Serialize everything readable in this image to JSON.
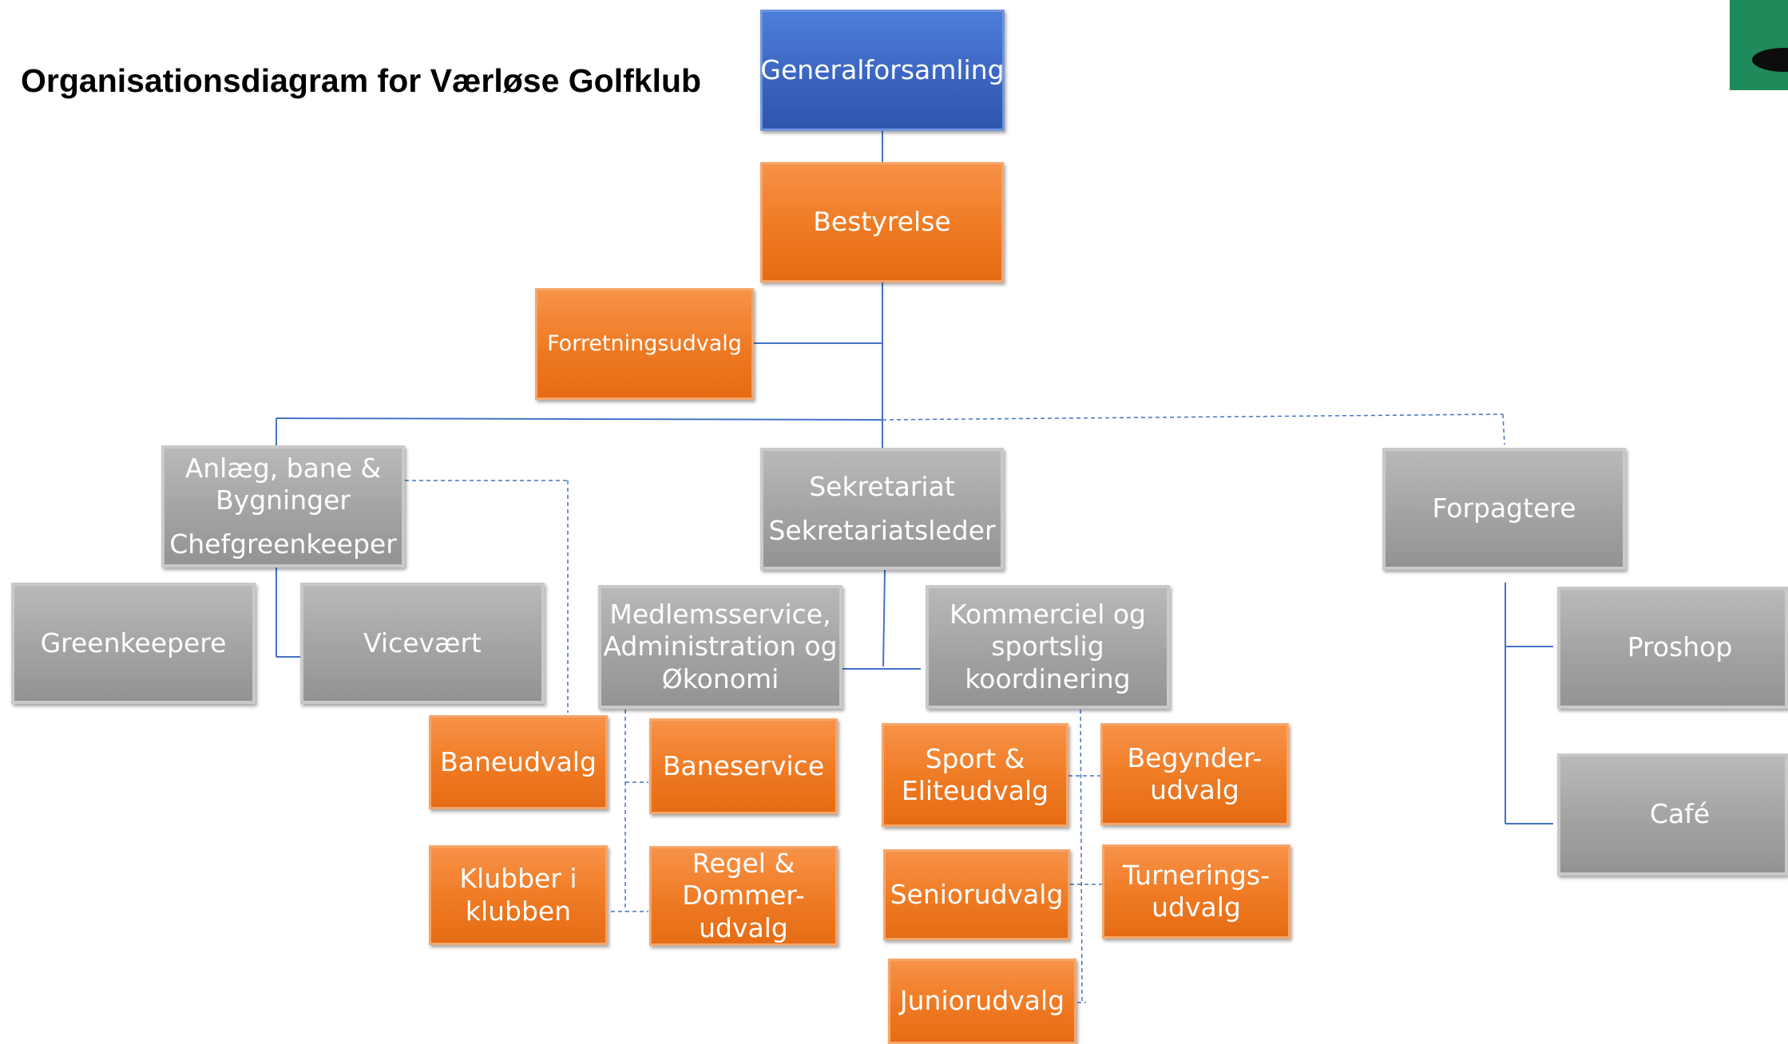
{
  "title": "Organisationsdiagram for Værløse Golfklub",
  "colors": {
    "blue": "#3a63bf",
    "orange": "#ef7a23",
    "gray": "#a3a3a3",
    "connector": "#4472c4"
  },
  "nodes": {
    "generalforsamling": [
      "Generalforsamling"
    ],
    "bestyrelse": [
      "Bestyrelse"
    ],
    "forretningsudvalg": [
      "Forretningsudvalg"
    ],
    "anlaeg": [
      "Anlæg, bane &",
      "Bygninger",
      "Chefgreenkeeper"
    ],
    "sekretariat": [
      "Sekretariat",
      "Sekretariatsleder"
    ],
    "forpagtere": [
      "Forpagtere"
    ],
    "greenkeepere": [
      "Greenkeepere"
    ],
    "vicevaert": [
      "Vicevært"
    ],
    "medlemsservice": [
      "Medlemsservice,",
      "Administration og",
      "Økonomi"
    ],
    "kommerciel": [
      "Kommerciel og",
      "sportslig",
      "koordinering"
    ],
    "proshop": [
      "Proshop"
    ],
    "cafe": [
      "Café"
    ],
    "baneudvalg": [
      "Baneudvalg"
    ],
    "baneservice": [
      "Baneservice"
    ],
    "klubber": [
      "Klubber i",
      "klubben"
    ],
    "regel": [
      "Regel &",
      "Dommer-",
      "udvalg"
    ],
    "sport": [
      "Sport &",
      "Eliteudvalg"
    ],
    "begynder": [
      "Begynder-",
      "udvalg"
    ],
    "senior": [
      "Seniorudvalg"
    ],
    "turnerings": [
      "Turnerings-",
      "udvalg"
    ],
    "junior": [
      "Juniorudvalg"
    ]
  }
}
